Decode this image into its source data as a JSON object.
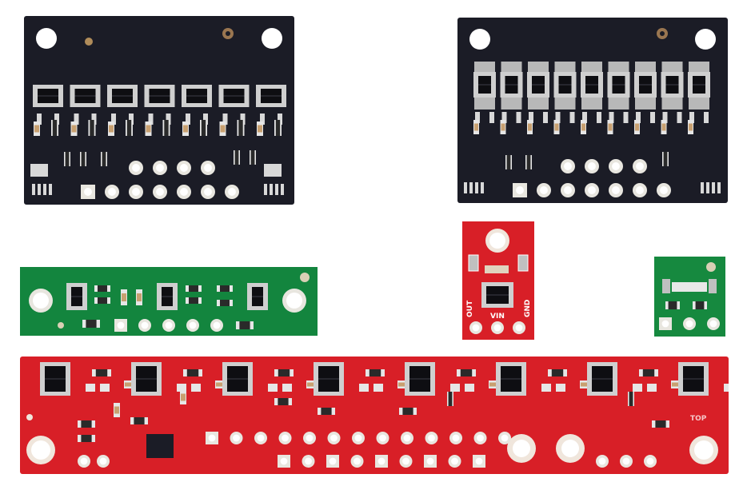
{
  "photo": {
    "background": "#ffffff",
    "boards": [
      {
        "name": "qtr-7-sensor-black",
        "color": "#1b1c26",
        "sensor_count": 7,
        "pin_count": 7
      },
      {
        "name": "qtr-9-sensor-black",
        "color": "#1b1c26",
        "sensor_count": 9,
        "pin_count": 7
      },
      {
        "name": "qtr-3-sensor-green",
        "color": "#13853e",
        "sensor_count": 3,
        "pin_count": 5
      },
      {
        "name": "qtr-1-sensor-red",
        "color": "#d81f27",
        "sensor_count": 1,
        "pin_count": 3
      },
      {
        "name": "qtr-1-sensor-green-small",
        "color": "#16893f",
        "sensor_count": 1,
        "pin_count": 3
      },
      {
        "name": "qtr-8-sensor-red",
        "color": "#d81f27",
        "sensor_count": 8,
        "pin_count": 13
      }
    ],
    "silkscreen": {
      "out": "OUT",
      "vin": "VIN",
      "gnd": "GND",
      "top": "TOP"
    }
  }
}
